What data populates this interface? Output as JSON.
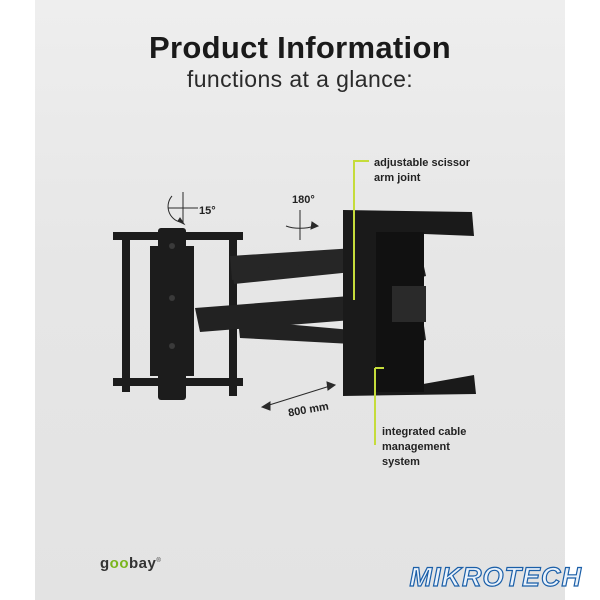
{
  "header": {
    "title": "Product Information",
    "subtitle": "functions at a glance:"
  },
  "rotation_labels": {
    "tilt": "15°",
    "swivel": "180°"
  },
  "dimension_label": "800 mm",
  "callouts": {
    "scissor_joint": [
      "adjustable scissor",
      "arm joint"
    ],
    "cable_management": [
      "integrated cable",
      "management",
      "system"
    ]
  },
  "brand": {
    "name_prefix": "g",
    "name_oo": "oo",
    "name_suffix": "bay",
    "registered": "®"
  },
  "watermark": "MIKROTECH",
  "colors": {
    "accent": "#c5dc3b",
    "mount_black": "#1c1c1c",
    "background": "#e6e6e6"
  }
}
